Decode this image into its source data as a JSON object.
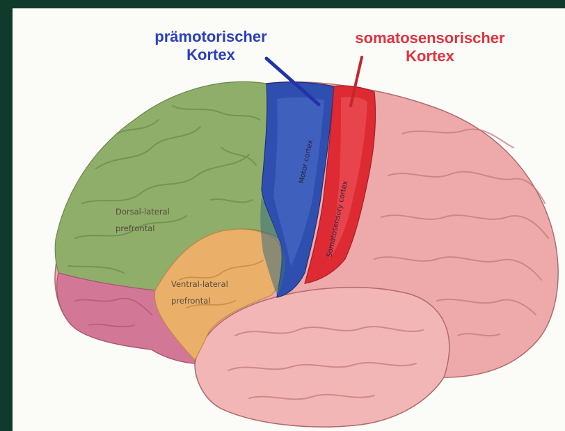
{
  "headers": {
    "premotor": {
      "line1": "prämotorischer",
      "line2": "Kortex",
      "color": "#2a3fbf"
    },
    "somatosensory": {
      "line1": "somatosensorischer",
      "line2": "Kortex",
      "color": "#e0333e"
    }
  },
  "regions": {
    "dorsal_lateral": {
      "line1": "Dorsal-lateral",
      "line2": "prefrontal",
      "color": "#8eae6a"
    },
    "ventral_lateral": {
      "line1": "Ventral-lateral",
      "line2": "prefrontal",
      "color": "#eab06a"
    },
    "motor": {
      "label": "Motor cortex",
      "color": "#2f4fb0"
    },
    "somatosensory": {
      "label": "Somatosensory cortex",
      "color": "#dd2a33"
    },
    "orbital": {
      "color": "#d27896"
    },
    "posterior": {
      "color": "#eeaaaa"
    }
  },
  "colors": {
    "background": "#0f3a2c",
    "panel": "#fbfbf8"
  }
}
